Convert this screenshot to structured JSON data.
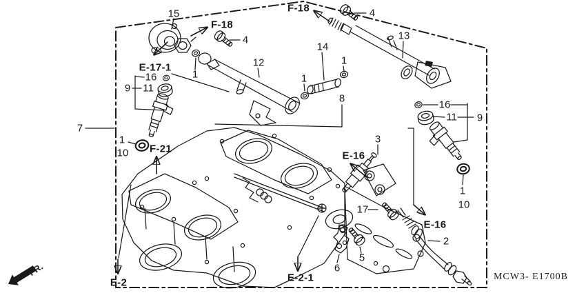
{
  "diagram": {
    "part_code": "MCW3- E1700B",
    "front_label": "FR.",
    "line_color": "#1a1a1a",
    "background_color": "#ffffff"
  },
  "labels": {
    "p15": "15",
    "p4a": "4",
    "p4b": "4",
    "p13": "13",
    "p12": "12",
    "p14": "14",
    "p1_pipe_right": "1",
    "p1_pipe_left": "1",
    "p1_regulator": "1",
    "p16_left": "16",
    "p11_left": "11",
    "p9_left": "9",
    "p7": "7",
    "p1_inj_left": "1",
    "p10_left": "10",
    "p8": "8",
    "p16_right": "16",
    "p11_right": "11",
    "p9_right": "9",
    "p3": "3",
    "p17": "17",
    "p1_inj_right": "1",
    "p10_right": "10",
    "p2": "2",
    "p5": "5",
    "p6": "6"
  },
  "refs": {
    "f18_left": "F-18",
    "f18_right": "F-18",
    "e17_1": "E-17-1",
    "f21": "F-21",
    "e16_upper": "E-16",
    "e16_lower": "E-16",
    "e2": "E-2",
    "e2_1": "E-2-1"
  }
}
